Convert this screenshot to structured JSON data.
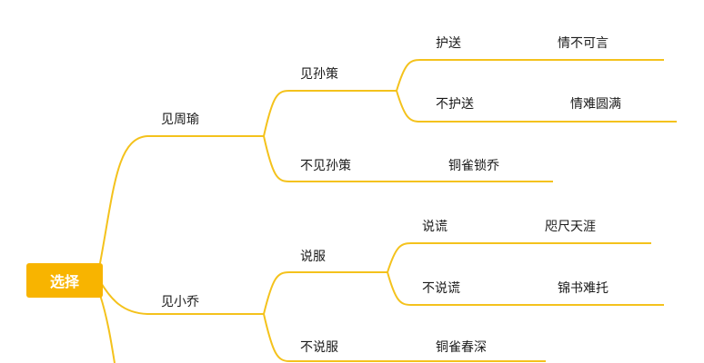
{
  "colors": {
    "line": "#f4c21c",
    "root_bg": "#f8b400",
    "root_text": "#ffffff",
    "text": "#1a1a1a"
  },
  "root": {
    "label": "选择"
  },
  "branches": [
    {
      "label": "见周瑜",
      "children": [
        {
          "label": "见孙策",
          "children": [
            {
              "label": "护送",
              "outcome": "情不可言"
            },
            {
              "label": "不护送",
              "outcome": "情难圆满"
            }
          ]
        },
        {
          "label": "不见孙策",
          "outcome": "铜雀锁乔"
        }
      ]
    },
    {
      "label": "见小乔",
      "children": [
        {
          "label": "说服",
          "children": [
            {
              "label": "说谎",
              "outcome": "咫尺天涯"
            },
            {
              "label": "不说谎",
              "outcome": "锦书难托"
            }
          ]
        },
        {
          "label": "不说服",
          "outcome": "铜雀春深"
        }
      ]
    }
  ]
}
